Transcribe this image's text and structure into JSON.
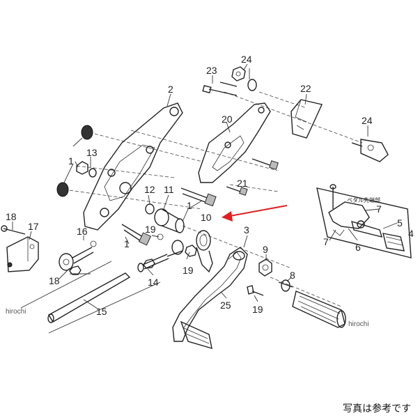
{
  "labels": {
    "p1": "1",
    "p1b": "1",
    "p1c": "1",
    "p2": "2",
    "p3": "3",
    "p4": "4",
    "p5": "5",
    "p6": "6",
    "p7a": "7",
    "p7b": "7",
    "p8": "8",
    "p9": "9",
    "p10": "10",
    "p11": "11",
    "p12": "12",
    "p13": "13",
    "p14": "14",
    "p15": "15",
    "p16": "16",
    "p17": "17",
    "p18a": "18",
    "p18b": "18",
    "p19a": "19",
    "p19b": "19",
    "p19c": "19",
    "p20": "20",
    "p21": "21",
    "p22": "22",
    "p23": "23",
    "p24a": "24",
    "p24b": "24",
    "p25": "25"
  },
  "inset_label": "ペダル先端部",
  "watermarks": [
    "hirochi",
    "hirochi"
  ],
  "caption": "写真は参考です",
  "colors": {
    "arrow": "#e02020",
    "line": "#222222"
  }
}
